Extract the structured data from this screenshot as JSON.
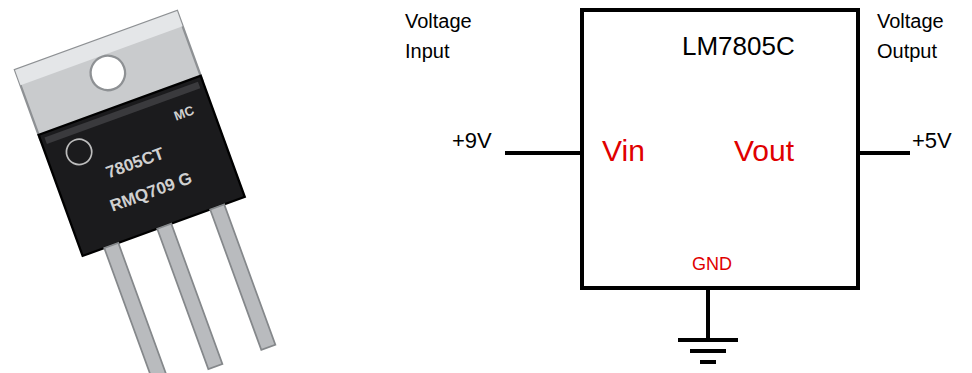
{
  "diagram": {
    "nodes": [
      {
        "text": [
          "LM7805C",
          "Vin",
          "Vout",
          "GND"
        ]
      }
    ],
    "labels": [
      "Voltage Input",
      "+9V",
      "Voltage Output",
      "+5V",
      "MC",
      "7805CT",
      "RMQ709 G"
    ]
  }
}
